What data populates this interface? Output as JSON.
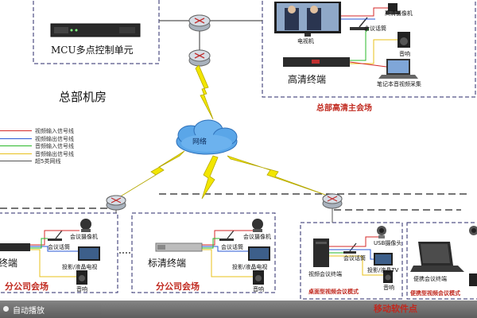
{
  "labels": {
    "mcu": "MCU多点控制单元",
    "hq_room": "总部机房",
    "tv": "电视机",
    "hd_terminal": "高清终端",
    "hd_camera": "高清摄像机",
    "mic_top": "会议话筒",
    "speaker_top": "音响",
    "laptop_top": "笔记本音视频采集",
    "hq_venue": "总部高清主会场",
    "network": "网络",
    "terminal_left": "终端",
    "mic_left": "会议话筒",
    "camera_left": "会议摄像机",
    "proj_left": "投影/液晶电视",
    "speaker_left": "音响",
    "branch_left": "分公司会场",
    "sd_terminal": "标清终端",
    "mic_mid": "会议话筒",
    "camera_mid": "会议摄像机",
    "proj_mid": "投影/液晶电视",
    "speaker_mid": "音响",
    "branch_mid": "分公司会场",
    "usb_cam": "USB摄像头",
    "mic_right": "会议话筒",
    "proj_right": "投影/液晶TV",
    "speaker_right": "音响",
    "desktop_terminal": "视频会议终端",
    "desktop_mode": "桌面型视频会议模式",
    "laptop_terminal": "便携会议终端",
    "portable_mode": "便携型视频会议模式",
    "mobile": "移动软件点"
  },
  "legend": [
    {
      "label": "视频输入信号线",
      "color": "#d42a2a"
    },
    {
      "label": "视频输出信号线",
      "color": "#2a5ad4"
    },
    {
      "label": "音频输入信号线",
      "color": "#2ab82a"
    },
    {
      "label": "音频输出信号线",
      "color": "#e8c01a"
    },
    {
      "label": "超5类网线",
      "color": "#555555"
    }
  ],
  "player": {
    "label": "自动播放"
  },
  "colors": {
    "venue_border": "#2a2a6a",
    "cable_bolt": "#f2e600",
    "cable_bolt_stroke": "#b5a800"
  }
}
